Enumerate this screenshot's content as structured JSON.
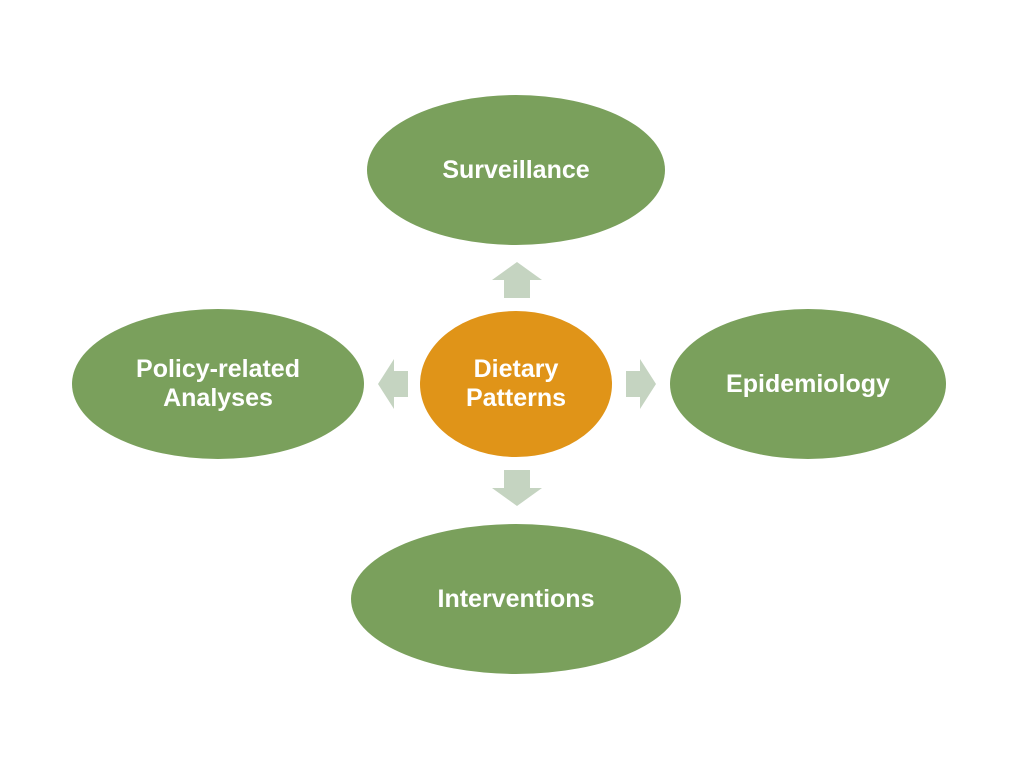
{
  "diagram": {
    "center": {
      "label": "Dietary\nPatterns"
    },
    "nodes": {
      "top": {
        "label": "Surveillance"
      },
      "left": {
        "label": "Policy-related\nAnalyses"
      },
      "right": {
        "label": "Epidemiology"
      },
      "bottom": {
        "label": "Interventions"
      }
    }
  },
  "colors": {
    "node_green": "#7aa05c",
    "center_orange": "#e09418",
    "arrow_gray": "#c5d4c1"
  }
}
